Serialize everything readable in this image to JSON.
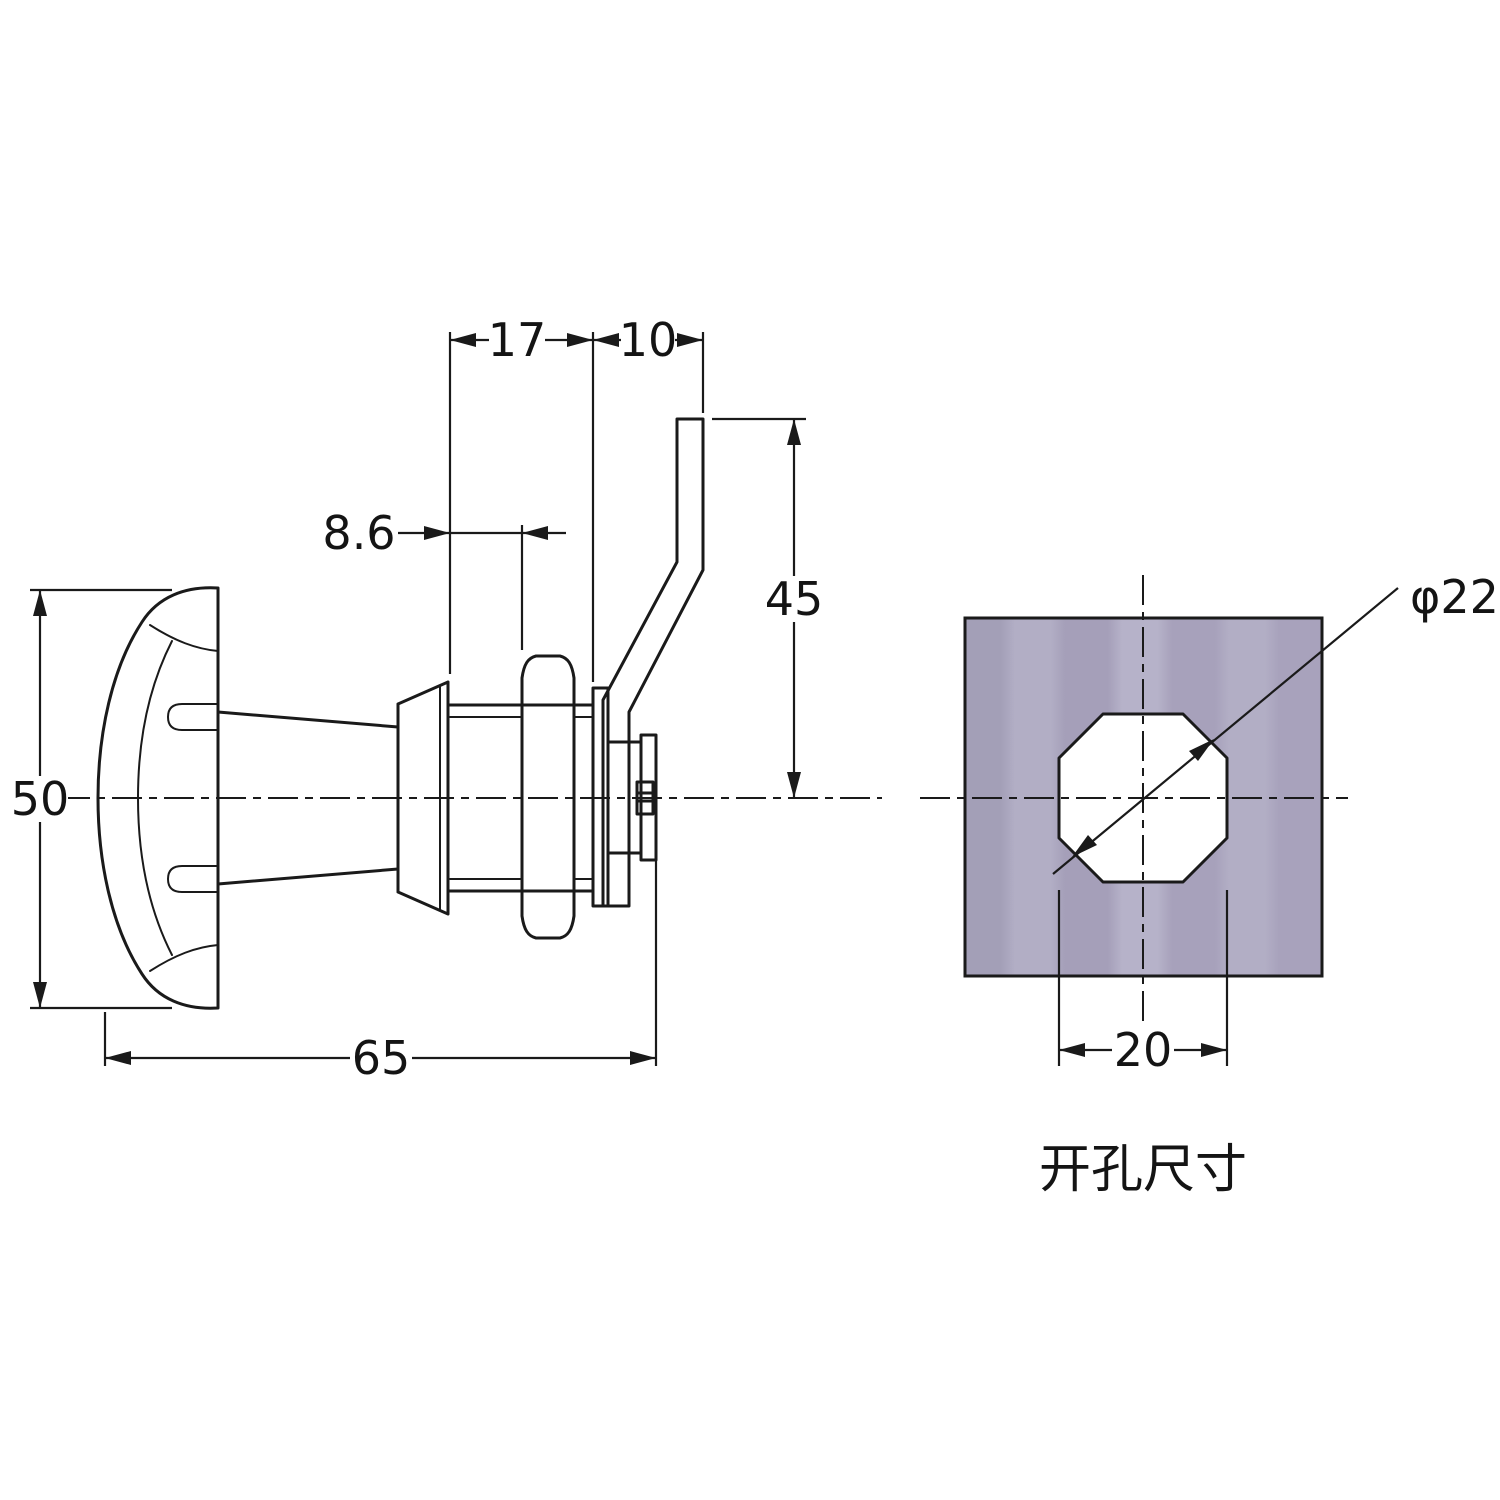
{
  "drawing": {
    "caption": "开孔尺寸",
    "dimensions": {
      "grip_length": "17",
      "lever_offset": "10",
      "panel_thickness": "8.6",
      "lever_height": "45",
      "knob_diameter": "50",
      "overall_length": "65",
      "hole_diameter": "φ22",
      "hole_across_flats": "20"
    },
    "colors": {
      "line": "#1a1a1a",
      "panel_fill": "#a8a4bc",
      "panel_stripe_light": "#b9b5ca",
      "hole_fill": "#ffffff",
      "background": "#ffffff"
    }
  }
}
